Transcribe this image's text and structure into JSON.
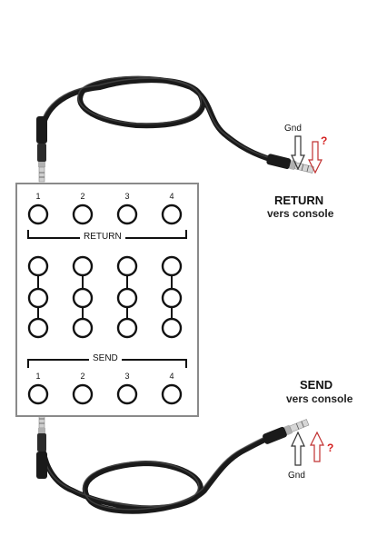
{
  "patchbay": {
    "top_numbers": [
      "1",
      "2",
      "3",
      "4"
    ],
    "bottom_numbers": [
      "1",
      "2",
      "3",
      "4"
    ],
    "return_label": "RETURN",
    "send_label": "SEND"
  },
  "return_cable": {
    "title": "RETURN",
    "subtitle": "vers console",
    "gnd_label": "Gnd",
    "question_mark": "?"
  },
  "send_cable": {
    "title": "SEND",
    "subtitle": "vers console",
    "gnd_label": "Gnd",
    "question_mark": "?"
  },
  "colors": {
    "cable": "#1a1a1a",
    "panel_border": "#8a8a8a",
    "jack_ring": "#111111",
    "signal_arrow": "#c03030",
    "question": "#d42020"
  }
}
